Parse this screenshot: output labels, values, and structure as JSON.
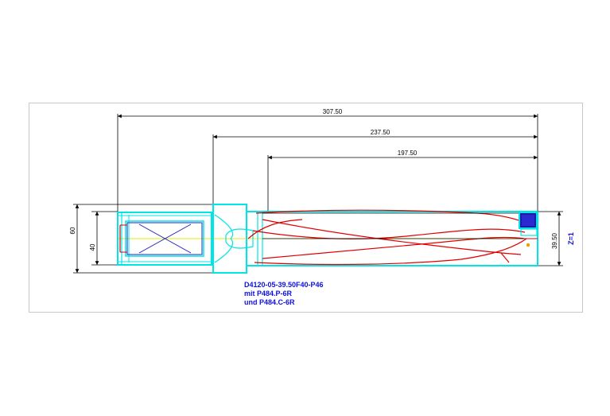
{
  "dimensions": {
    "overall_length": "307.50",
    "body_length": "237.50",
    "flute_length": "197.50",
    "shank_diameter": "60",
    "shank_clamp_diameter": "40",
    "drill_diameter": "39.50"
  },
  "teeth_label": "Z=1",
  "title_block": {
    "line1": "D4120-05-39.50F40-P46",
    "line2": "mit P484.P-6R",
    "line3": "und P484.C-6R"
  },
  "colors": {
    "outline": "#00e5e5",
    "flute": "#e00000",
    "dimension": "#000000",
    "centerline": "#e8e800",
    "cross": "#2020c0",
    "text": "#1010e0",
    "frame": "#c8c8c8"
  }
}
